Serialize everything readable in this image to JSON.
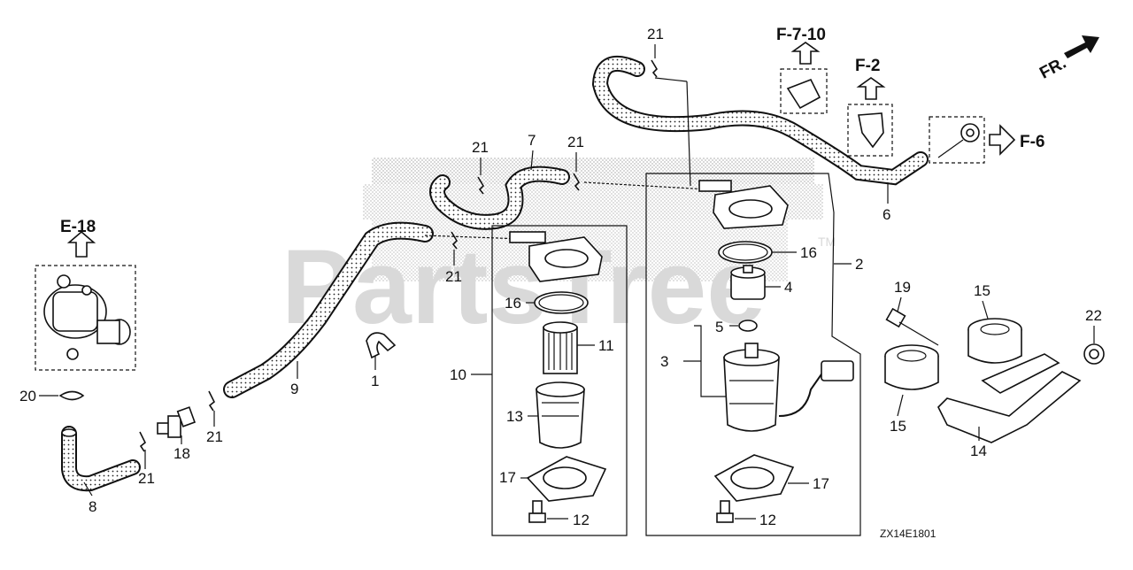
{
  "watermark": {
    "text": "PartsTree",
    "tm": "TM"
  },
  "refs": {
    "e18": "E-18",
    "f710": "F-7-10",
    "f2": "F-2",
    "f6": "F-6",
    "fr": "FR."
  },
  "labels": {
    "p1": "1",
    "p2": "2",
    "p3": "3",
    "p4": "4",
    "p5": "5",
    "p6": "6",
    "p7": "7",
    "p8": "8",
    "p9": "9",
    "p10": "10",
    "p11": "11",
    "p12a": "12",
    "p12b": "12",
    "p13": "13",
    "p14": "14",
    "p15a": "15",
    "p15b": "15",
    "p16a": "16",
    "p16b": "16",
    "p17a": "17",
    "p17b": "17",
    "p18": "18",
    "p19": "19",
    "p20": "20",
    "p21a": "21",
    "p21b": "21",
    "p21c": "21",
    "p21d": "21",
    "p21e": "21",
    "p21f": "21",
    "p22": "22"
  },
  "diagram_code": "ZX14E1801"
}
